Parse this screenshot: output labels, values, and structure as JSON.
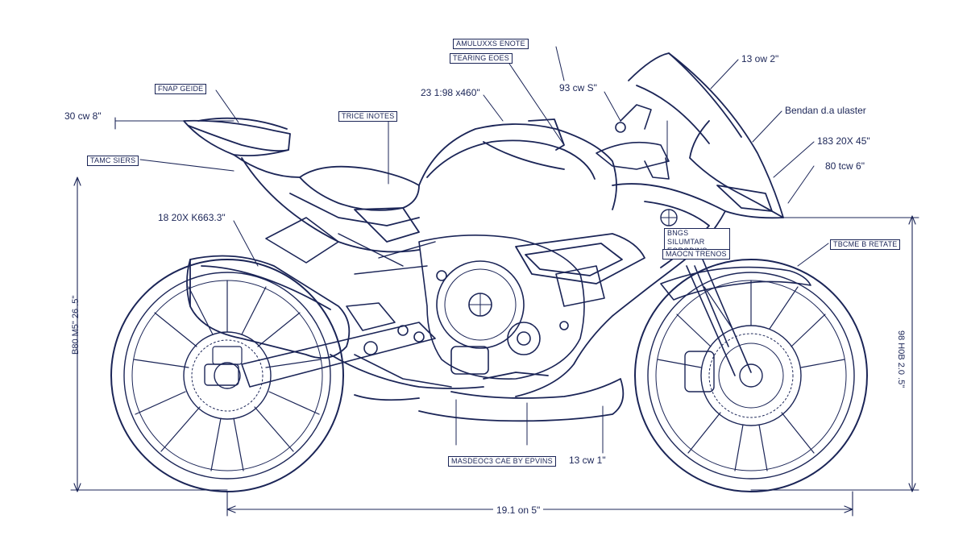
{
  "diagram": {
    "colors": {
      "ink": "#1b2557",
      "paper": "#ffffff",
      "accent": "#2c3a7a"
    },
    "labels": {
      "top_boxed_1": "AMULUXXS ENOTE",
      "top_boxed_2": "TEARING EOES",
      "left_boxed_1": "FNAP GEIDE",
      "left_boxed_2": "TAMC SIERS",
      "mid_boxed": "TRICE INOTES",
      "dim_top_left": "30 cw 8\"",
      "dim_seat": "23 1:98 x460\"",
      "dim_bars": "93 cw S\"",
      "dim_top_right": "13 ow 2\"",
      "note_right": "Bendan d.a ulaster",
      "dim_fairing": "183 20X 45\"",
      "dim_nose": "80 tcw 6\"",
      "dim_exhaust": "18 20X K663.3\"",
      "badge_boxed_1": "BNGS SILUMTAR EGRODINS",
      "badge_boxed_2": "MAOCN TRENOS",
      "right_boxed": "TBCME B RETATE",
      "bottom_boxed": "MASDEOC3 CAE BY EPVINS",
      "dim_bottom": "13 cw 1\"",
      "dim_length": "19.1 on 5\"",
      "dim_height_left": "B80 M5\" 26 .5\"",
      "dim_height_right": "98 H0B 2.0 .5\""
    }
  }
}
